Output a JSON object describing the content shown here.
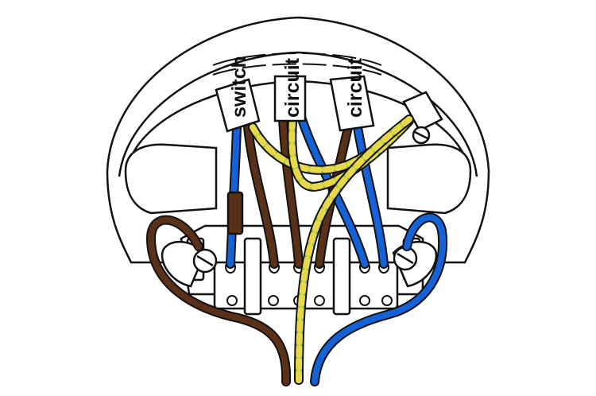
{
  "labels": {
    "switch": "switch",
    "circuit_left": "circuit",
    "circuit_right": "circuit"
  },
  "colors": {
    "brown": "#5a3118",
    "blue": "#1462d6",
    "earth_green": "#8fb84a",
    "earth_yellow": "#e6d84a",
    "outline": "#111111",
    "fill": "#ffffff"
  },
  "components": {
    "ceiling_rose_base": "ceiling-rose",
    "terminal_block": "terminal-block",
    "earth_terminal": "earth-terminal",
    "cord_grips": "cord-grip"
  }
}
